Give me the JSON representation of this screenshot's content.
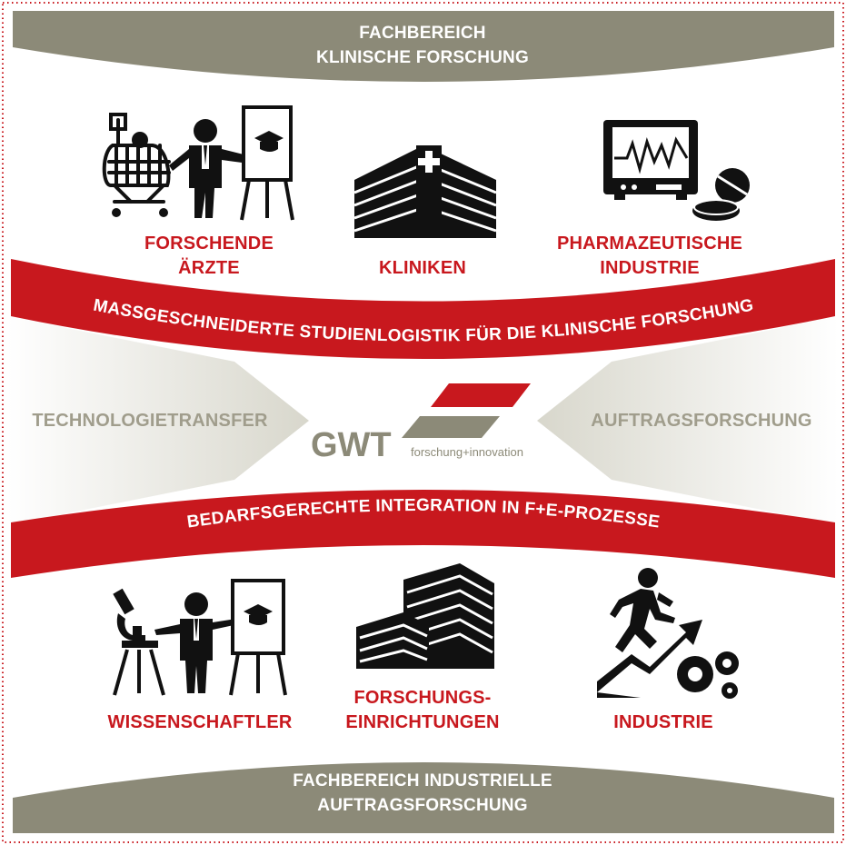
{
  "top_band": {
    "line1": "FACHBEREICH",
    "line2": "KLINISCHE FORSCHUNG"
  },
  "top_row": [
    {
      "line1": "FORSCHENDE",
      "line2": "ÄRZTE",
      "icon": "doctor-patient-icon"
    },
    {
      "line1": "KLINIKEN",
      "line2": "",
      "icon": "hospital-icon"
    },
    {
      "line1": "PHARMAZEUTISCHE",
      "line2": "INDUSTRIE",
      "icon": "monitor-pills-icon"
    }
  ],
  "red_band_top": "MASSGESCHNEIDERTE STUDIENLOGISTIK FÜR DIE KLINISCHE FORSCHUNG",
  "middle": {
    "left": "TECHNOLOGIETRANSFER",
    "right": "AUFTRAGSFORSCHUNG",
    "logo_text": "GWT",
    "logo_tagline": "forschung+innovation"
  },
  "red_band_bottom": "BEDARFSGERECHTE INTEGRATION IN F+E-PROZESSE",
  "bottom_row": [
    {
      "line1": "WISSENSCHAFTLER",
      "line2": "",
      "icon": "scientist-icon"
    },
    {
      "line1": "FORSCHUNGS-",
      "line2": "EINRICHTUNGEN",
      "icon": "research-buildings-icon"
    },
    {
      "line1": "INDUSTRIE",
      "line2": "",
      "icon": "industry-growth-icon"
    }
  ],
  "bottom_band": {
    "line1": "FACHBEREICH INDUSTRIELLE",
    "line2": "AUFTRAGSFORSCHUNG"
  },
  "colors": {
    "red": "#c8181e",
    "gray": "#8c8a78",
    "light_gray": "#a09d8c"
  }
}
